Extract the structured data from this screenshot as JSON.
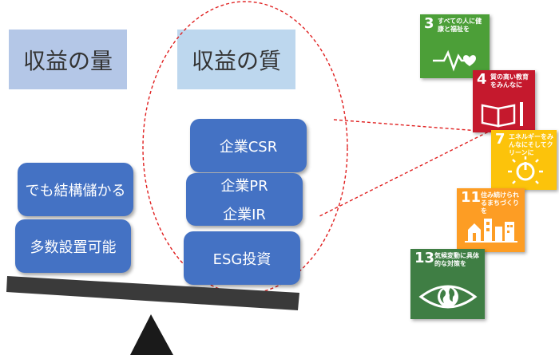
{
  "headers": {
    "quantity": "収益の量",
    "quality": "収益の質"
  },
  "left_stack": [
    "でも結構儲かる",
    "多数設置可能"
  ],
  "right_stack": [
    "企業CSR",
    "企業PR",
    "企業IR",
    "ESG投資"
  ],
  "sdgs": [
    {
      "number": "3",
      "text": "すべての人に健康と福祉を",
      "color": "#4c9f38",
      "icon": "heartbeat-icon"
    },
    {
      "number": "4",
      "text": "質の高い教育をみんなに",
      "color": "#c5192d",
      "icon": "book-icon"
    },
    {
      "number": "7",
      "text": "エネルギーをみんなにそしてクリーンに",
      "color": "#fcc30b",
      "icon": "power-sun-icon"
    },
    {
      "number": "11",
      "text": "住み続けられるまちづくりを",
      "color": "#fd9d24",
      "icon": "city-icon"
    },
    {
      "number": "13",
      "text": "気候変動に具体的な対策を",
      "color": "#3f7e44",
      "icon": "earth-eye-icon"
    }
  ],
  "colors": {
    "header_box": "#b4c7e7",
    "blue_box": "#4472c4",
    "ellipse": "#e02020",
    "beam": "#3a3a3a"
  }
}
